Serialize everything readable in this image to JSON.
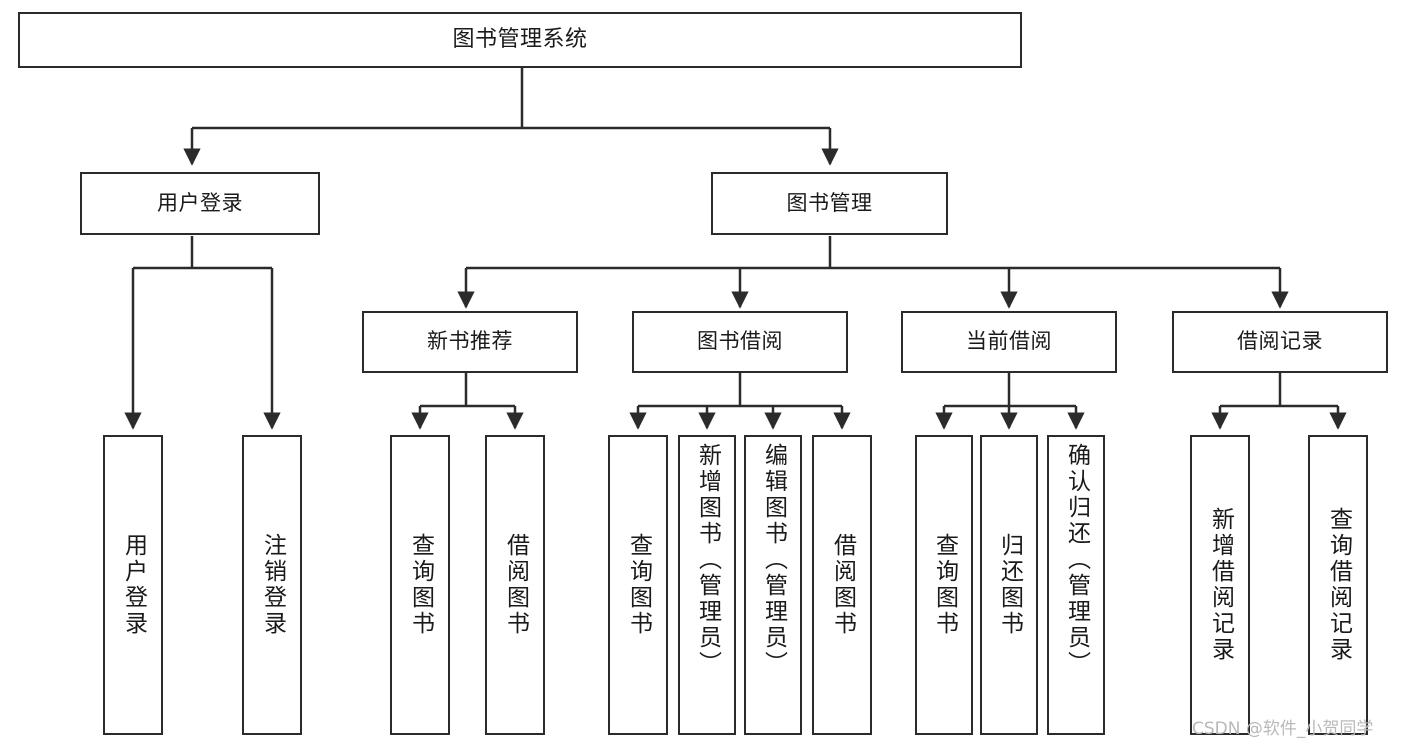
{
  "diagram": {
    "title": "图书管理系统",
    "type": "tree-hierarchy-chart",
    "root": {
      "id": "root",
      "label": "图书管理系统"
    },
    "level2": [
      {
        "id": "user-login",
        "label": "用户登录"
      },
      {
        "id": "book-manage",
        "label": "图书管理"
      }
    ],
    "level3": [
      {
        "id": "new-book-recommend",
        "label": "新书推荐",
        "parent": "book-manage"
      },
      {
        "id": "book-borrow",
        "label": "图书借阅",
        "parent": "book-manage"
      },
      {
        "id": "current-borrow",
        "label": "当前借阅",
        "parent": "book-manage"
      },
      {
        "id": "borrow-record",
        "label": "借阅记录",
        "parent": "book-manage"
      }
    ],
    "leaves": [
      {
        "id": "leaf-user-login",
        "label": "用户登录",
        "parent": "user-login"
      },
      {
        "id": "leaf-logout-login",
        "label": "注销登录",
        "parent": "user-login"
      },
      {
        "id": "leaf-query-book-1",
        "label": "查询图书",
        "parent": "new-book-recommend"
      },
      {
        "id": "leaf-borrow-book-1",
        "label": "借阅图书",
        "parent": "new-book-recommend"
      },
      {
        "id": "leaf-query-book-2",
        "label": "查询图书",
        "parent": "book-borrow"
      },
      {
        "id": "leaf-add-book",
        "label": "新增图书（管理员）",
        "parent": "book-borrow"
      },
      {
        "id": "leaf-edit-book",
        "label": "编辑图书（管理员）",
        "parent": "book-borrow"
      },
      {
        "id": "leaf-borrow-book-2",
        "label": "借阅图书",
        "parent": "book-borrow"
      },
      {
        "id": "leaf-query-book-3",
        "label": "查询图书",
        "parent": "current-borrow"
      },
      {
        "id": "leaf-return-book",
        "label": "归还图书",
        "parent": "current-borrow"
      },
      {
        "id": "leaf-confirm-return",
        "label": "确认归还（管理员）",
        "parent": "current-borrow"
      },
      {
        "id": "leaf-add-record",
        "label": "新增借阅记录",
        "parent": "borrow-record"
      },
      {
        "id": "leaf-query-record",
        "label": "查询借阅记录",
        "parent": "borrow-record"
      }
    ],
    "watermark": "CSDN @软件_小贺同学",
    "colors": {
      "stroke": "#2b2b2b",
      "fill": "#ffffff",
      "text": "#1a1a1a",
      "watermark": "#b9b9b9"
    }
  }
}
